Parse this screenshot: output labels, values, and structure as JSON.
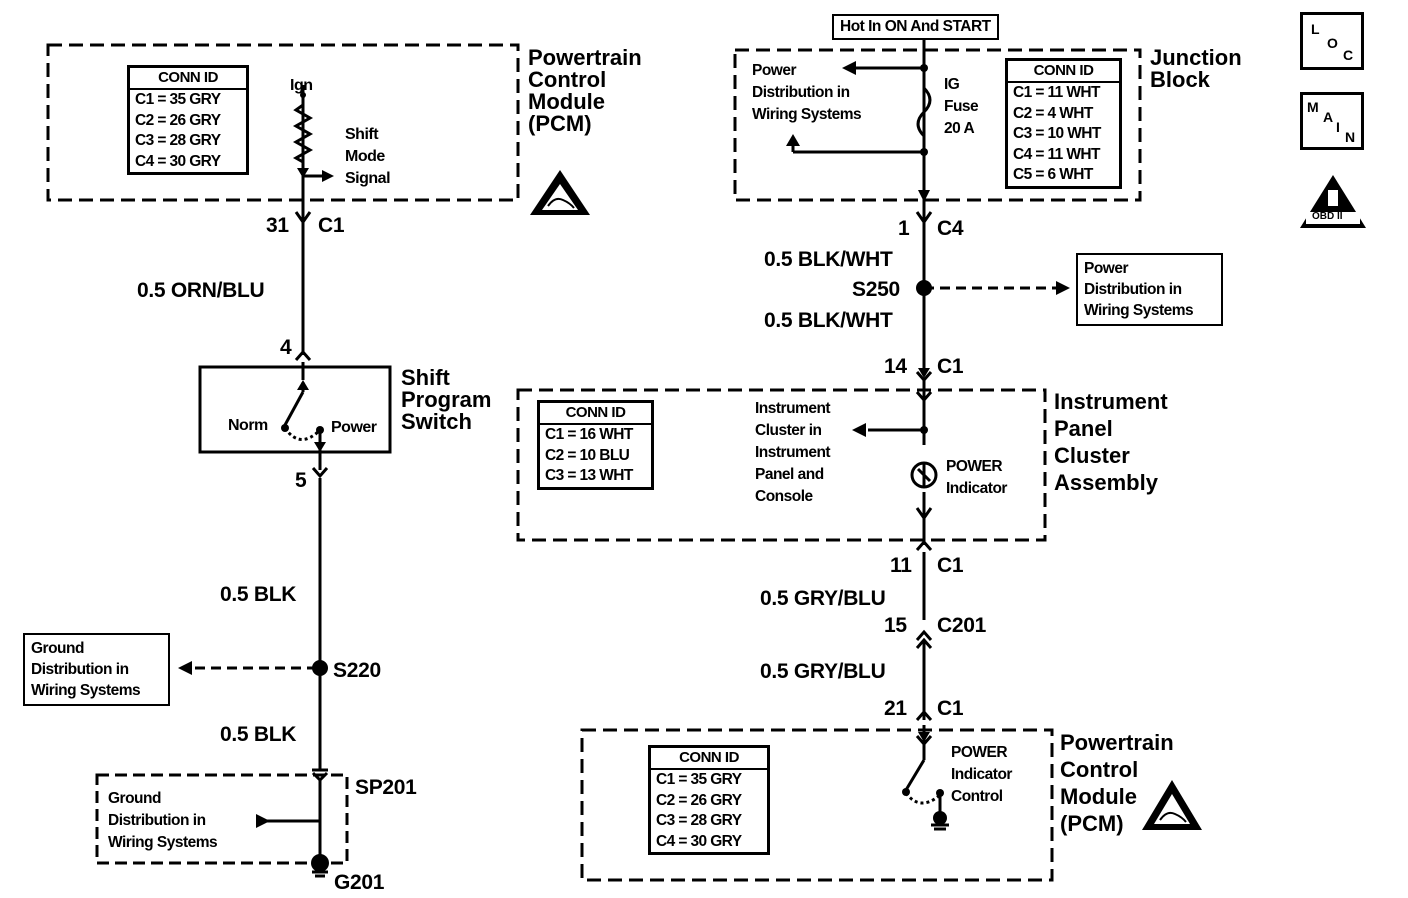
{
  "pcm_top": {
    "title_lines": [
      "Powertrain",
      "Control",
      "Module",
      "(PCM)"
    ],
    "conn_header": "CONN ID",
    "conn_rows": [
      "C1 = 35 GRY",
      "C2 = 26 GRY",
      "C3 = 28 GRY",
      "C4 = 30 GRY"
    ],
    "ign": "Ign",
    "signal_lines": [
      "Shift",
      "Mode",
      "Signal"
    ]
  },
  "left_circuit": {
    "pin_31": "31",
    "c1_top": "C1",
    "wire1": "0.5 ORN/BLU",
    "pin_4": "4",
    "switch_lines": [
      "Shift",
      "Program",
      "Switch"
    ],
    "norm": "Norm",
    "power": "Power",
    "pin_5": "5",
    "wire2": "0.5 BLK",
    "splice": "S220",
    "wire3": "0.5 BLK",
    "sp201": "SP201",
    "g201": "G201",
    "ground_ref_lines": [
      "Ground",
      "Distribution in",
      "Wiring Systems"
    ],
    "ground_ref2_lines": [
      "Ground",
      "Distribution in",
      "Wiring Systems"
    ]
  },
  "junction_block": {
    "hot": "Hot In ON And START",
    "title_lines": [
      "Junction",
      "Block"
    ],
    "power_dist_lines": [
      "Power",
      "Distribution in",
      "Wiring Systems"
    ],
    "fuse_lines": [
      "IG",
      "Fuse",
      "20 A"
    ],
    "conn_header": "CONN ID",
    "conn_rows": [
      "C1 = 11 WHT",
      "C2 = 4 WHT",
      "C3 = 10 WHT",
      "C4 = 11 WHT",
      "C5 = 6 WHT"
    ]
  },
  "right_circuit": {
    "pin_1": "1",
    "c4": "C4",
    "wire_a": "0.5 BLK/WHT",
    "splice": "S250",
    "wire_b": "0.5 BLK/WHT",
    "power_ref_lines": [
      "Power",
      "Distribution in",
      "Wiring Systems"
    ],
    "pin_14": "14",
    "c1_a": "C1",
    "pin_11": "11",
    "c1_b": "C1",
    "wire_c": "0.5 GRY/BLU",
    "pin_15": "15",
    "c201": "C201",
    "wire_d": "0.5 GRY/BLU",
    "pin_21": "21",
    "c1_c": "C1"
  },
  "cluster": {
    "title_lines": [
      "Instrument",
      "Panel",
      "Cluster",
      "Assembly"
    ],
    "conn_header": "CONN ID",
    "conn_rows": [
      "C1 = 16 WHT",
      "C2 = 10 BLU",
      "C3 = 13 WHT"
    ],
    "ref_lines": [
      "Instrument",
      "Cluster in",
      "Instrument",
      "Panel and",
      "Console"
    ],
    "indicator_lines": [
      "POWER",
      "Indicator"
    ]
  },
  "pcm_bottom": {
    "title_lines": [
      "Powertrain",
      "Control",
      "Module",
      "(PCM)"
    ],
    "conn_header": "CONN ID",
    "conn_rows": [
      "C1 = 35 GRY",
      "C2 = 26 GRY",
      "C3 = 28 GRY",
      "C4 = 30 GRY"
    ],
    "control_lines": [
      "POWER",
      "Indicator",
      "Control"
    ]
  },
  "side_icons": {
    "loc": [
      "L",
      "O",
      "C"
    ],
    "main": [
      "M",
      "A",
      "I",
      "N"
    ],
    "obd": "OBD II"
  }
}
